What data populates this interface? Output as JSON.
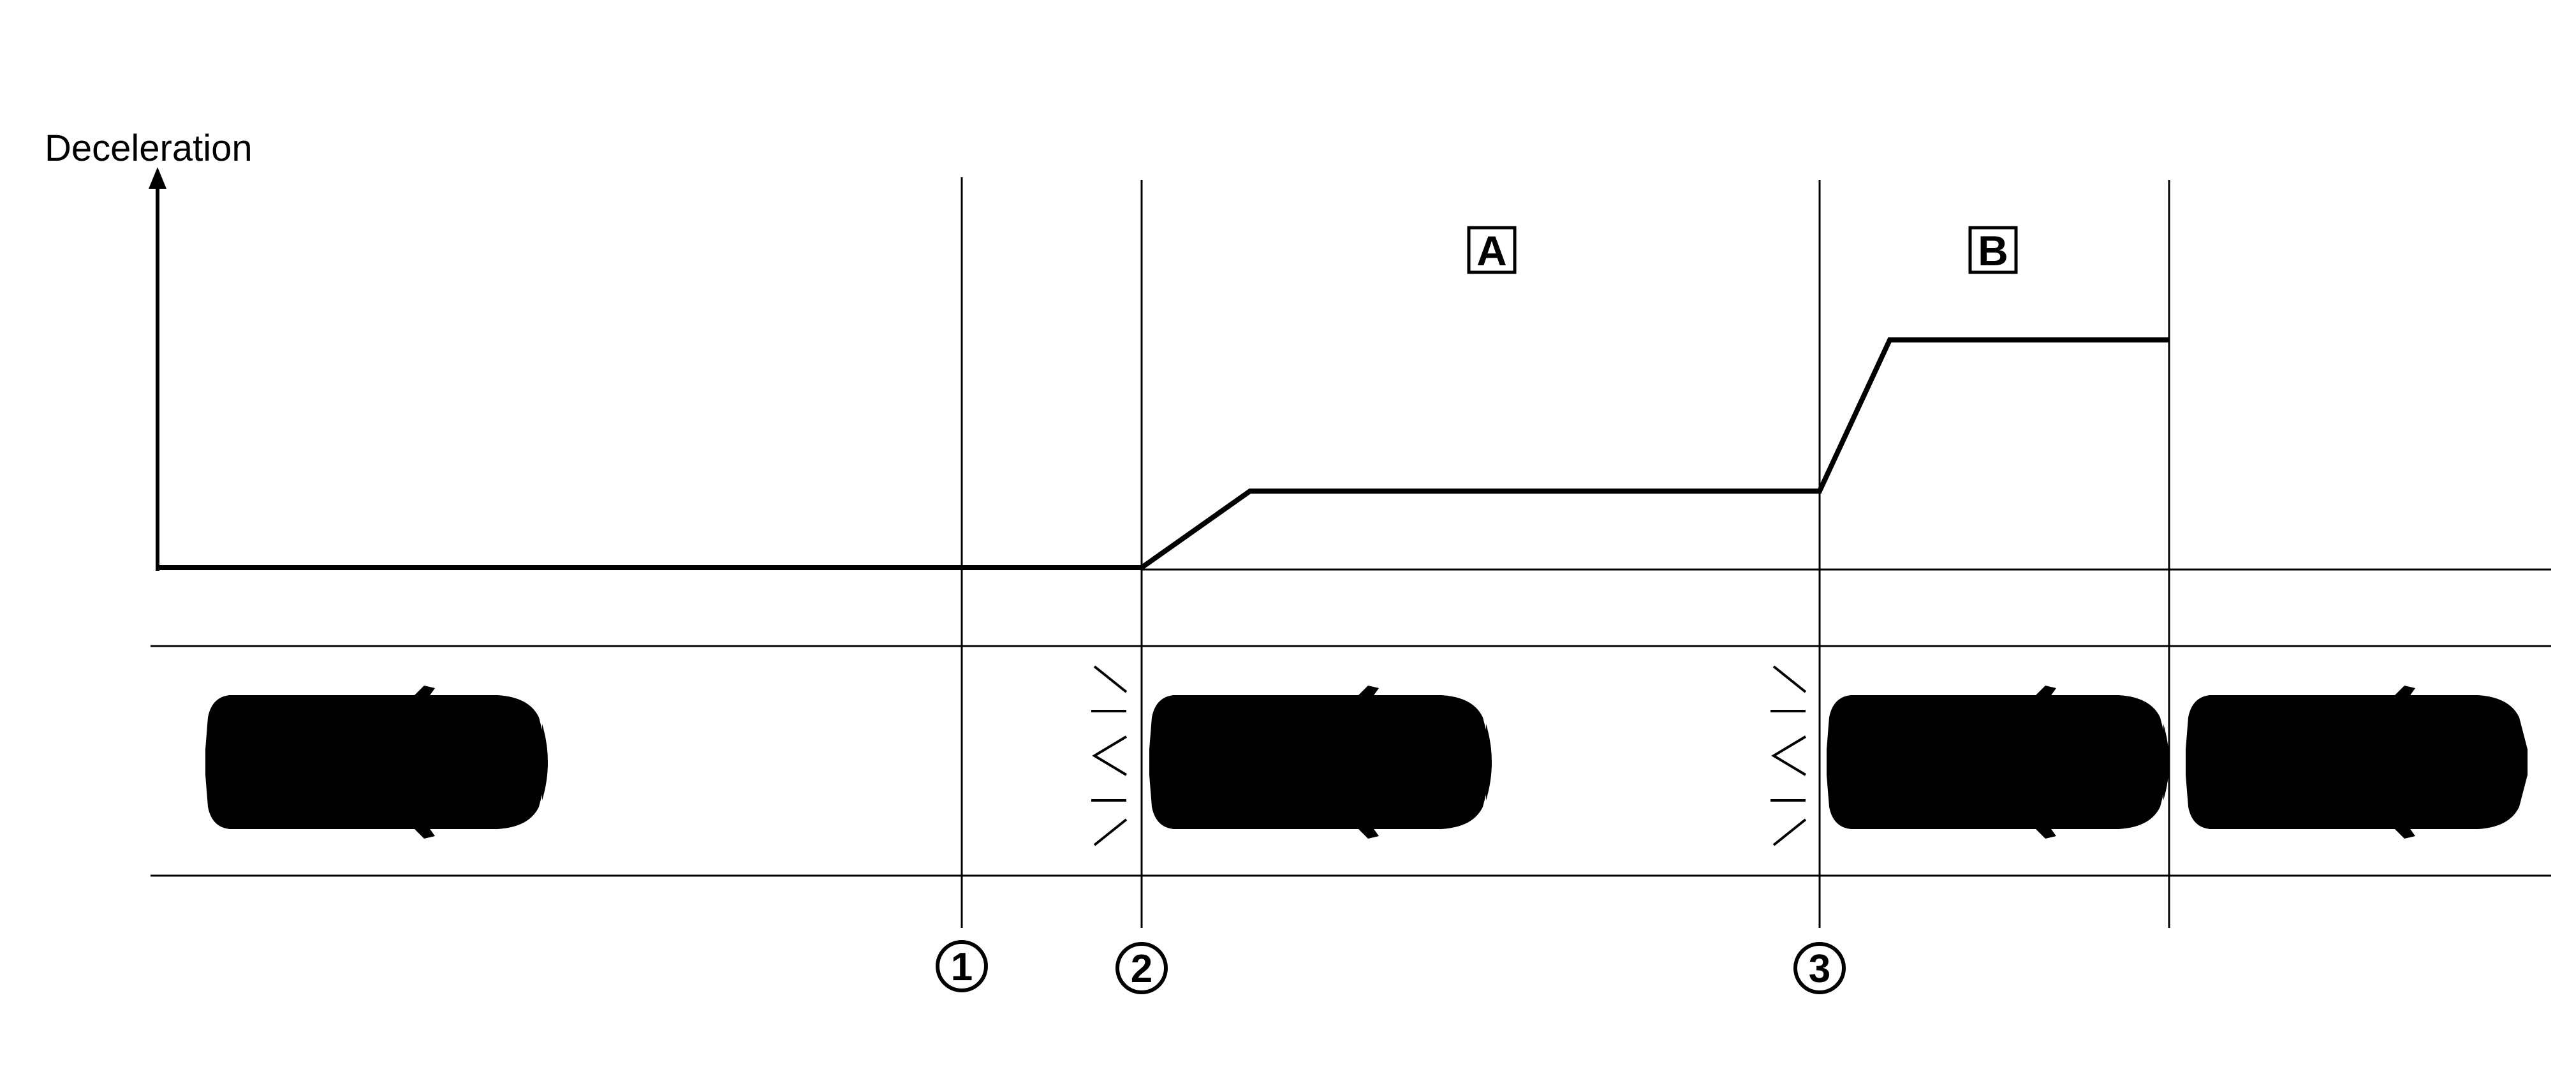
{
  "diagram": {
    "y_axis_label": "Deceleration",
    "phase_labels": [
      "A",
      "B"
    ],
    "markers": [
      "1",
      "2",
      "3"
    ],
    "deceleration_profile": {
      "levels": {
        "none": 0,
        "partial": 1,
        "full": 2
      },
      "segments": [
        "none until marker 2",
        "ramp to partial braking",
        "partial braking (A) until marker 3",
        "ramp to full braking (B)"
      ]
    },
    "vehicles": [
      {
        "name": "own-vehicle-cruising",
        "warning": false
      },
      {
        "name": "own-vehicle-warning",
        "warning": true
      },
      {
        "name": "own-vehicle-braking",
        "warning": true
      },
      {
        "name": "preceding-vehicle",
        "warning": false
      }
    ],
    "colors": {
      "line": "#000000",
      "background": "#ffffff"
    }
  }
}
